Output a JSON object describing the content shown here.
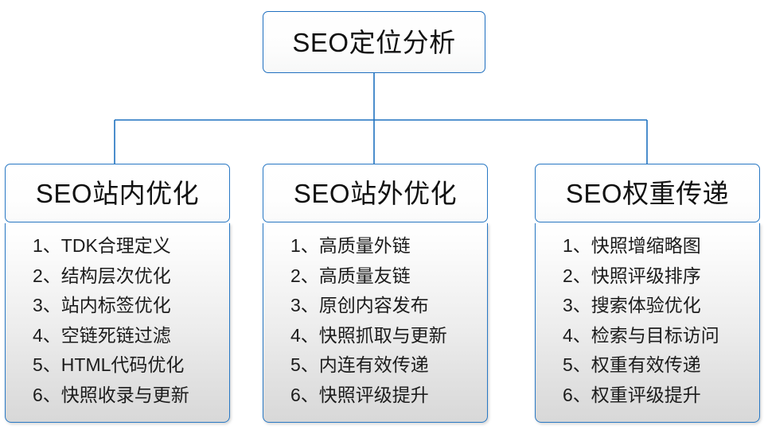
{
  "diagram": {
    "type": "org-chart",
    "root": {
      "label": "SEO定位分析"
    },
    "branches": [
      {
        "title": "SEO站内优化",
        "items": [
          "1、TDK合理定义",
          "2、结构层次优化",
          "3、站内标签优化",
          "4、空链死链过滤",
          "5、HTML代码优化",
          "6、快照收录与更新"
        ]
      },
      {
        "title": "SEO站外优化",
        "items": [
          "1、高质量外链",
          "2、高质量友链",
          "3、原创内容发布",
          "4、快照抓取与更新",
          "5、内连有效传递",
          "6、快照评级提升"
        ]
      },
      {
        "title": "SEO权重传递",
        "items": [
          "1、快照增缩略图",
          "2、快照评级排序",
          "3、搜索体验优化",
          "4、检索与目标访问",
          "5、权重有效传递",
          "6、权重评级提升"
        ]
      }
    ],
    "colors": {
      "border": "#2878c4",
      "connector": "#1f72c0",
      "text": "#111111",
      "panel_top": "#ffffff",
      "panel_bottom": "#d8d8d8",
      "page_background": "#ffffff"
    }
  }
}
